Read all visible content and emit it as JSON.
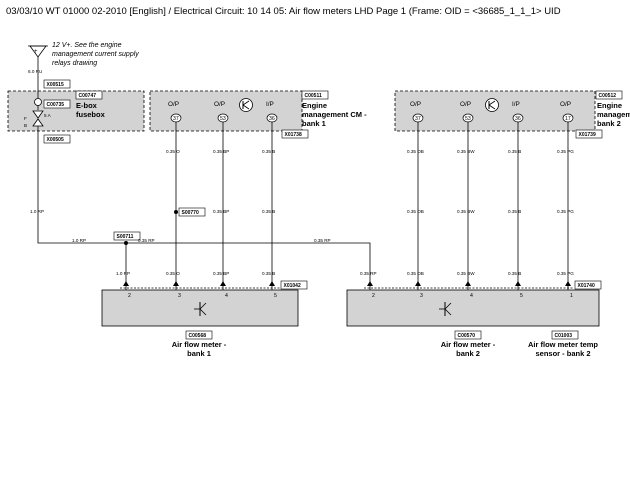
{
  "header": {
    "title": "03/03/10  WT 01000 02-2010 [English] / Electrical Circuit: 10 14 05: Air flow meters LHD  Page 1  (Frame: OID = <36685_1_1_1>  UID"
  },
  "supply": {
    "note_line1": "12 V+. See the engine",
    "note_line2": "management current supply",
    "note_line3": "relays drawing",
    "wire_top": "6.0 RU"
  },
  "fusebox": {
    "connector_top": "X00515",
    "id": "C00747",
    "fuse_id": "C00735",
    "label_line1": "E-box",
    "label_line2": "fusebox",
    "fuse_rating": "5 A",
    "fuse_letters": [
      "F",
      "B"
    ],
    "connector_bottom": "X00505",
    "wire_out": "1.0 RP"
  },
  "ecm1": {
    "id": "C00511",
    "label_line1": "Engine",
    "label_line2": "management CM -",
    "label_line3": "bank 1",
    "connector": "X01738",
    "pins": [
      {
        "io": "O/P",
        "num": "37",
        "wire": "0.35 O"
      },
      {
        "io": "O/P",
        "num": "53",
        "wire": "0.35 BP"
      },
      {
        "io": "I/P",
        "num": "36",
        "wire": "0.35 B"
      }
    ]
  },
  "ecm2": {
    "id": "C00512",
    "label_line1": "Engine",
    "label_line2": "management CM -",
    "label_line3": "bank 2",
    "connector": "X01739",
    "pins": [
      {
        "io": "O/P",
        "num": "37",
        "wire": "0.35 OB"
      },
      {
        "io": "O/P",
        "num": "53",
        "wire": "0.35 BW"
      },
      {
        "io": "I/P",
        "num": "36",
        "wire": "0.35 B"
      },
      {
        "io": "O/P",
        "num": "17",
        "wire": "0.35 PG"
      }
    ]
  },
  "splices": {
    "s_mid": "S00770",
    "s_bus": "S00711"
  },
  "bus": {
    "wire_left": "1.0 RP",
    "wire_mid": "0.35 RP",
    "wire_right": "0.35 RP"
  },
  "afm1": {
    "connector": "X01042",
    "pins": [
      {
        "num": "2",
        "wire": "1.0 RP"
      },
      {
        "num": "3",
        "wire": "0.35 O"
      },
      {
        "num": "4",
        "wire": "0.35 BP"
      },
      {
        "num": "5",
        "wire": "0.35 B"
      }
    ],
    "id": "C00568",
    "label_line1": "Air flow meter -",
    "label_line2": "bank 1"
  },
  "afm2": {
    "connector": "X01740",
    "pins": [
      {
        "num": "2",
        "wire": "0.35 RP"
      },
      {
        "num": "3",
        "wire": "0.35 OB"
      },
      {
        "num": "4",
        "wire": "0.35 BW"
      },
      {
        "num": "5",
        "wire": "0.35 B"
      },
      {
        "num": "1",
        "wire": "0.35 PG"
      }
    ],
    "meter_id": "C00570",
    "meter_label_line1": "Air flow meter -",
    "meter_label_line2": "bank 2",
    "temp_id": "C01003",
    "temp_label_line1": "Air flow meter temp",
    "temp_label_line2": "sensor - bank 2"
  }
}
